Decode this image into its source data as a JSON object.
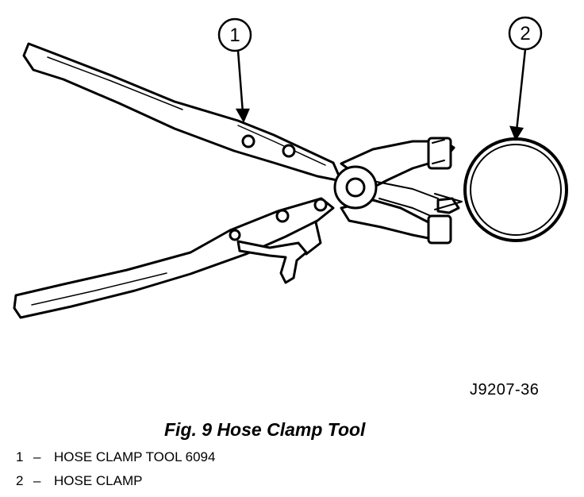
{
  "figure": {
    "callouts": [
      {
        "number": "1"
      },
      {
        "number": "2"
      }
    ],
    "code": "J9207-36",
    "caption": "Fig. 9 Hose Clamp Tool"
  },
  "legend": [
    {
      "number": "1",
      "dash": "–",
      "label": "HOSE CLAMP TOOL 6094"
    },
    {
      "number": "2",
      "dash": "–",
      "label": "HOSE CLAMP"
    }
  ]
}
